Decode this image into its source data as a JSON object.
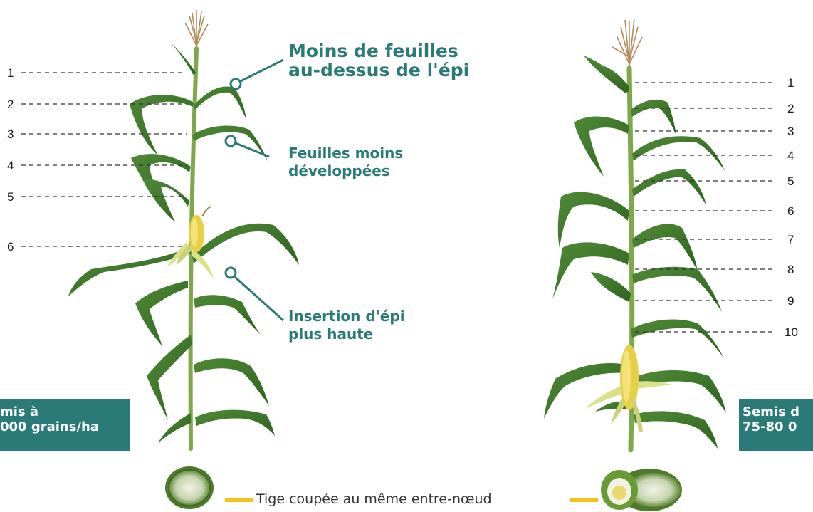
{
  "left_plant": {
    "levels": [
      "1",
      "2",
      "3",
      "4",
      "5",
      "6"
    ],
    "badge": {
      "line1": "mis à",
      "line2": "000 grains/ha"
    }
  },
  "right_plant": {
    "levels": [
      "1",
      "2",
      "3",
      "4",
      "5",
      "6",
      "7",
      "8",
      "9",
      "10"
    ],
    "badge": {
      "line1": "Semis d",
      "line2": "75-80 0"
    }
  },
  "callouts": [
    {
      "line1": "Moins de feuilles",
      "line2": "au-dessus de l'épi"
    },
    {
      "line1": "Feuilles moins",
      "line2": "développées"
    },
    {
      "line1": "Insertion d'épi",
      "line2": "plus haute"
    }
  ],
  "caption": "Tige coupée au même entre-nœud",
  "colors": {
    "teal": "#2a7a78",
    "leaf": "#3d7a2a",
    "stalk": "#7fa84a",
    "ear": "#e8cf45",
    "caption_bar": "#f2c318"
  }
}
